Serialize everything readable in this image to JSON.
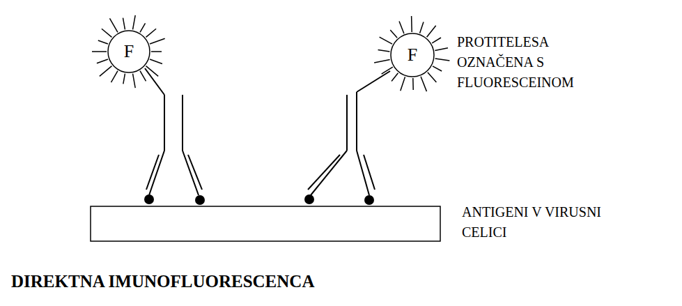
{
  "diagram": {
    "caption": "DIREKTNA IMUNOFLUORESCENCA",
    "nodes": [
      {
        "text": [
          "F"
        ]
      },
      {
        "text": [
          "F"
        ]
      }
    ],
    "labels": [
      "PROTITELESA OZNAČENA S FLUORESCEINOM",
      "ANTIGENI V VIRUSNI CELICI"
    ]
  }
}
